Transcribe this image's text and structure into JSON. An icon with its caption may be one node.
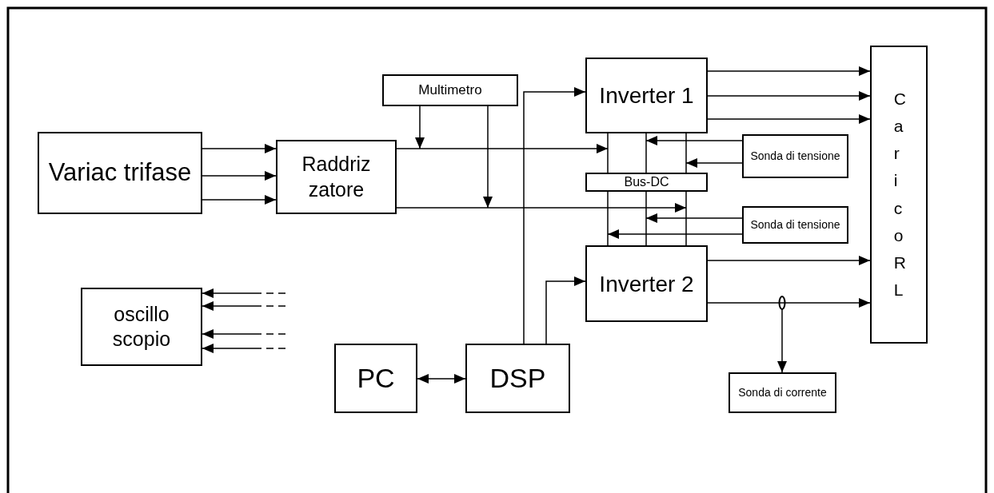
{
  "diagram": {
    "nodes": [
      {
        "text": [
          "Variac trifase"
        ]
      },
      {
        "text": [
          "Raddriz zatore"
        ]
      },
      {
        "text": [
          "Multimetro"
        ]
      },
      {
        "text": [
          "Inverter 1"
        ]
      },
      {
        "text": [
          "Bus-DC"
        ]
      },
      {
        "text": [
          "Inverter 2"
        ]
      },
      {
        "text": [
          "Sonda di tensione"
        ]
      },
      {
        "text": [
          "Sonda di tensione"
        ]
      },
      {
        "text": [
          "Carico RL"
        ]
      },
      {
        "text": [
          "oscillo scopio"
        ]
      },
      {
        "text": [
          "PC"
        ]
      },
      {
        "text": [
          "DSP"
        ]
      },
      {
        "text": [
          "Sonda di corrente"
        ]
      }
    ],
    "edges": [
      {
        "from": 0,
        "to": 1,
        "arrow": "to"
      },
      {
        "from": 0,
        "to": 1,
        "arrow": "to"
      },
      {
        "from": 0,
        "to": 1,
        "arrow": "to"
      },
      {
        "from": 1,
        "to": 3,
        "arrow": "to"
      },
      {
        "from": 1,
        "to": 4,
        "arrow": "to"
      },
      {
        "from": 2,
        "to": 1,
        "arrow": "to"
      },
      {
        "from": 2,
        "to": null,
        "arrow": "to"
      },
      {
        "from": 11,
        "to": 3,
        "arrow": "to"
      },
      {
        "from": 11,
        "to": 5,
        "arrow": "to"
      },
      {
        "from": 10,
        "to": 11,
        "arrow": "both"
      },
      {
        "from": 3,
        "to": 8,
        "arrow": "to"
      },
      {
        "from": 3,
        "to": 8,
        "arrow": "to"
      },
      {
        "from": 3,
        "to": 8,
        "arrow": "to"
      },
      {
        "from": 5,
        "to": 8,
        "arrow": "to"
      },
      {
        "from": 5,
        "to": 8,
        "arrow": "to"
      },
      {
        "from": 3,
        "to": 4,
        "arrow": "none"
      },
      {
        "from": 3,
        "to": 4,
        "arrow": "none"
      },
      {
        "from": 3,
        "to": 4,
        "arrow": "none"
      },
      {
        "from": 4,
        "to": 5,
        "arrow": "none"
      },
      {
        "from": 4,
        "to": 5,
        "arrow": "none"
      },
      {
        "from": 4,
        "to": 5,
        "arrow": "none"
      },
      {
        "from": 6,
        "to": 3,
        "arrow": "to"
      },
      {
        "from": 6,
        "to": 4,
        "arrow": "to"
      },
      {
        "from": 7,
        "to": null,
        "arrow": "to"
      },
      {
        "from": 7,
        "to": 5,
        "arrow": "to"
      },
      {
        "from": null,
        "to": 12,
        "arrow": "to"
      },
      {
        "from": null,
        "to": 9,
        "arrow": "to",
        "style": "dashed"
      },
      {
        "from": null,
        "to": 9,
        "arrow": "to",
        "style": "dashed"
      },
      {
        "from": null,
        "to": 9,
        "arrow": "to",
        "style": "dashed"
      },
      {
        "from": null,
        "to": 9,
        "arrow": "to",
        "style": "dashed"
      }
    ]
  }
}
